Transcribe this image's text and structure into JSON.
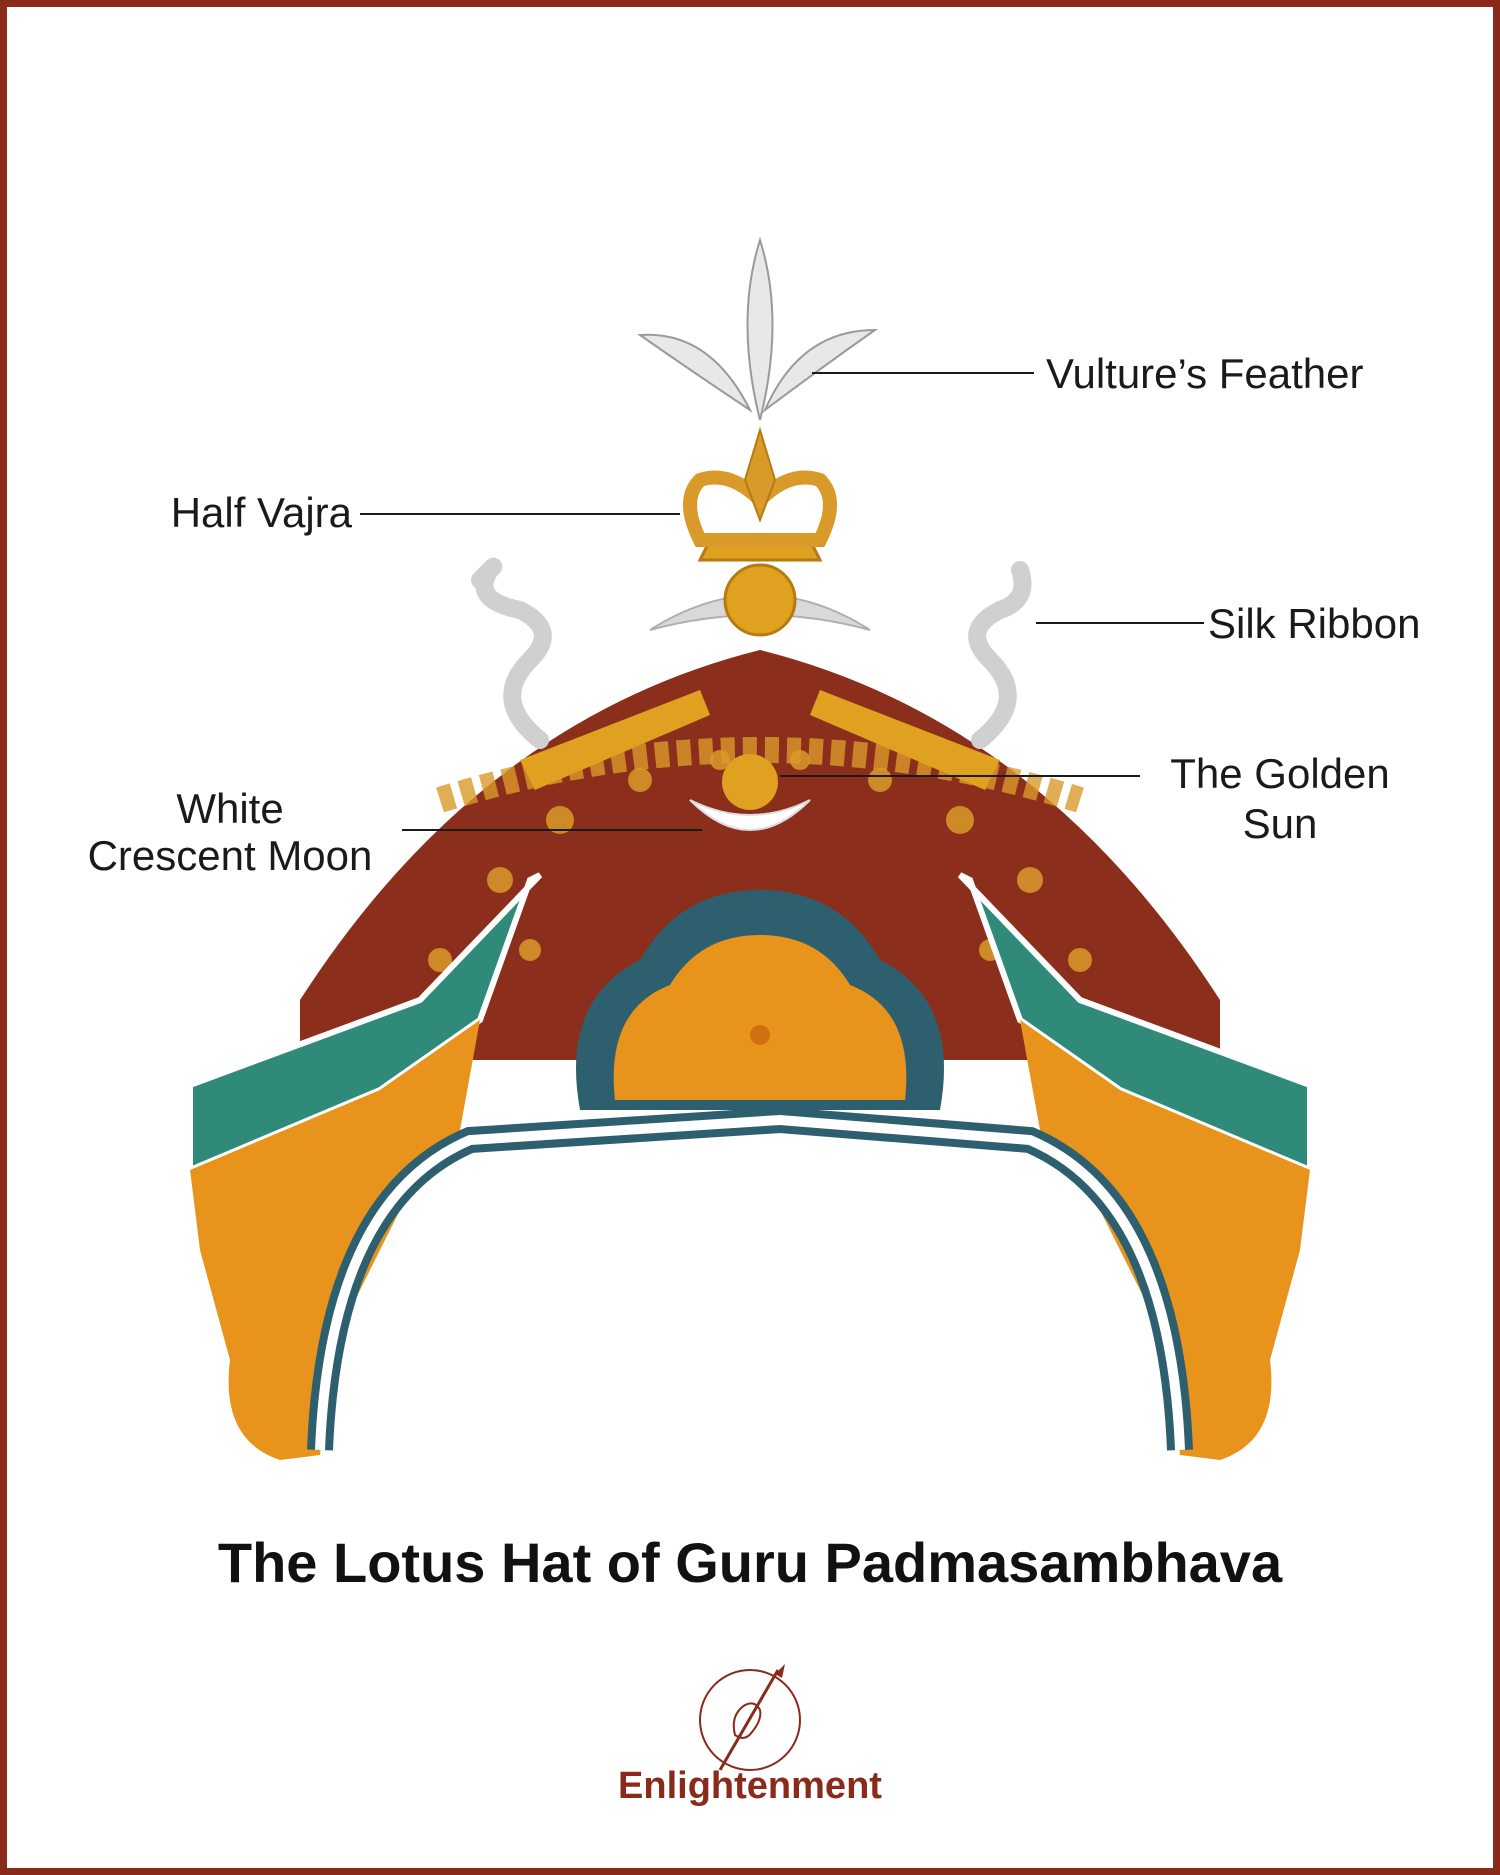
{
  "title": "The Lotus Hat of Guru Padmasambhava",
  "labels": {
    "vultures_feather": "Vulture’s Feather",
    "half_vajra": "Half Vajra",
    "silk_ribbon": "Silk Ribbon",
    "golden_sun_line1": "The Golden",
    "golden_sun_line2": "Sun",
    "white_moon_line1": "White",
    "white_moon_line2": "Crescent Moon"
  },
  "brand": {
    "name": "Enlightenment"
  },
  "colors": {
    "frame": "#8a2a1a",
    "hat_red": "#8b2f1c",
    "gold": "#e0a020",
    "orange": "#e8941c",
    "teal": "#2f8a7a",
    "blue_border": "#2e5f6e",
    "silver": "#d9d9d9"
  }
}
